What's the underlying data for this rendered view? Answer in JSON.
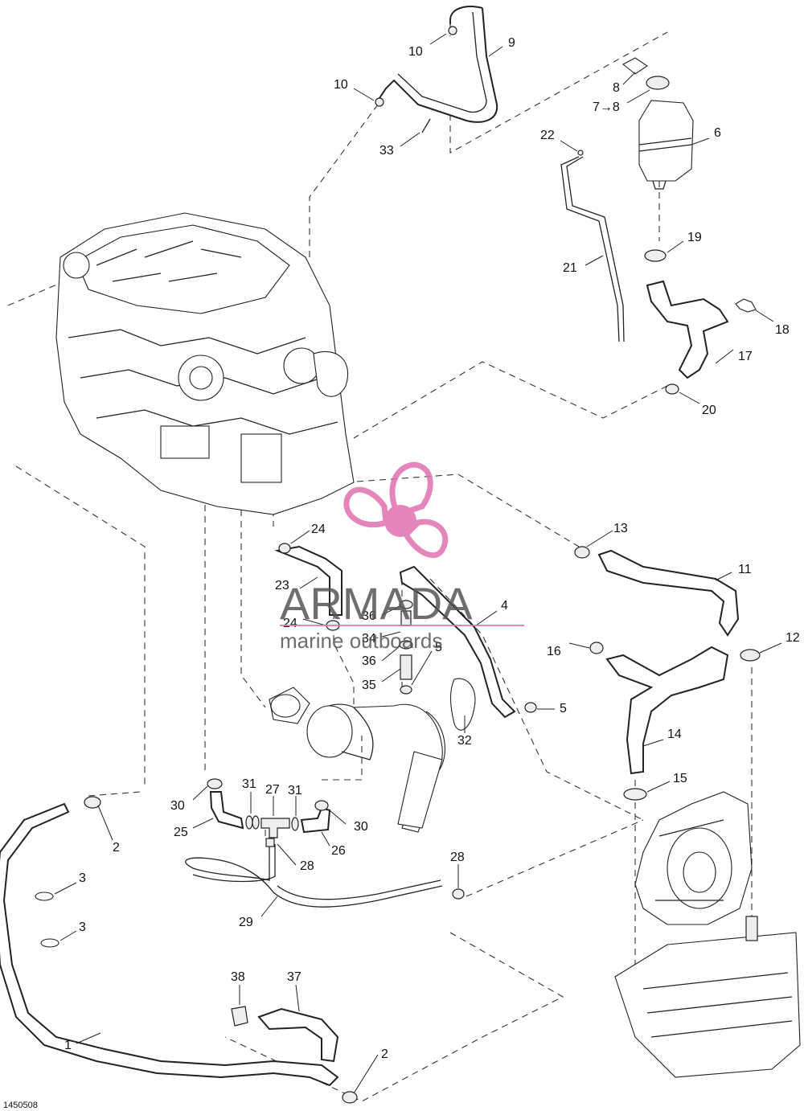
{
  "diagram": {
    "doc_number": "1450508",
    "callouts": [
      {
        "id": "c10a",
        "text": "10"
      },
      {
        "id": "c9",
        "text": "9"
      },
      {
        "id": "c10b",
        "text": "10"
      },
      {
        "id": "c33",
        "text": "33"
      },
      {
        "id": "c8",
        "text": "8"
      },
      {
        "id": "c78",
        "text": "7→8"
      },
      {
        "id": "c6",
        "text": "6"
      },
      {
        "id": "c22",
        "text": "22"
      },
      {
        "id": "c21",
        "text": "21"
      },
      {
        "id": "c19",
        "text": "19"
      },
      {
        "id": "c18",
        "text": "18"
      },
      {
        "id": "c17",
        "text": "17"
      },
      {
        "id": "c20",
        "text": "20"
      },
      {
        "id": "c24a",
        "text": "24"
      },
      {
        "id": "c13",
        "text": "13"
      },
      {
        "id": "c11",
        "text": "11"
      },
      {
        "id": "c23",
        "text": "23"
      },
      {
        "id": "c24b",
        "text": "24"
      },
      {
        "id": "c36a",
        "text": "36"
      },
      {
        "id": "c34",
        "text": "34"
      },
      {
        "id": "c36b",
        "text": "36"
      },
      {
        "id": "c35",
        "text": "35"
      },
      {
        "id": "c4",
        "text": "4"
      },
      {
        "id": "c5a",
        "text": "5"
      },
      {
        "id": "c16",
        "text": "16"
      },
      {
        "id": "c12",
        "text": "12"
      },
      {
        "id": "c32",
        "text": "32"
      },
      {
        "id": "c5b",
        "text": "5"
      },
      {
        "id": "c14",
        "text": "14"
      },
      {
        "id": "c15",
        "text": "15"
      },
      {
        "id": "c30a",
        "text": "30"
      },
      {
        "id": "c31a",
        "text": "31"
      },
      {
        "id": "c27",
        "text": "27"
      },
      {
        "id": "c31b",
        "text": "31"
      },
      {
        "id": "c2a",
        "text": "2"
      },
      {
        "id": "c25",
        "text": "25"
      },
      {
        "id": "c30b",
        "text": "30"
      },
      {
        "id": "c26",
        "text": "26"
      },
      {
        "id": "c28a",
        "text": "28"
      },
      {
        "id": "c28b",
        "text": "28"
      },
      {
        "id": "c3a",
        "text": "3"
      },
      {
        "id": "c29",
        "text": "29"
      },
      {
        "id": "c3b",
        "text": "3"
      },
      {
        "id": "c38",
        "text": "38"
      },
      {
        "id": "c37",
        "text": "37"
      },
      {
        "id": "c1",
        "text": "1"
      },
      {
        "id": "c2b",
        "text": "2"
      }
    ]
  },
  "watermark": {
    "brand": "ARMADA",
    "tagline": "marine outboards",
    "logo_color": "#e070b0",
    "text_color": "#555555"
  }
}
